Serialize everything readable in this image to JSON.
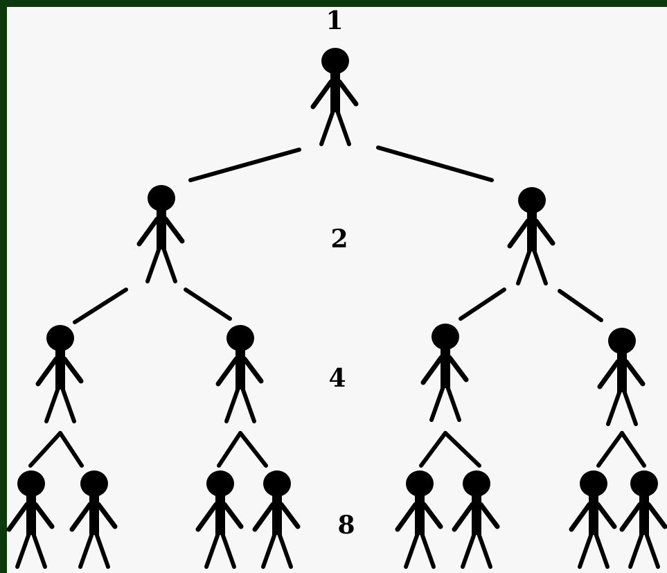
{
  "diagram": {
    "generation_labels": [
      "1",
      "2",
      "4",
      "8"
    ],
    "colors": {
      "frame": "#0d3a0d",
      "background": "#f7f7f7",
      "figure": "#000000"
    },
    "icon": "stick-figure-icon"
  }
}
